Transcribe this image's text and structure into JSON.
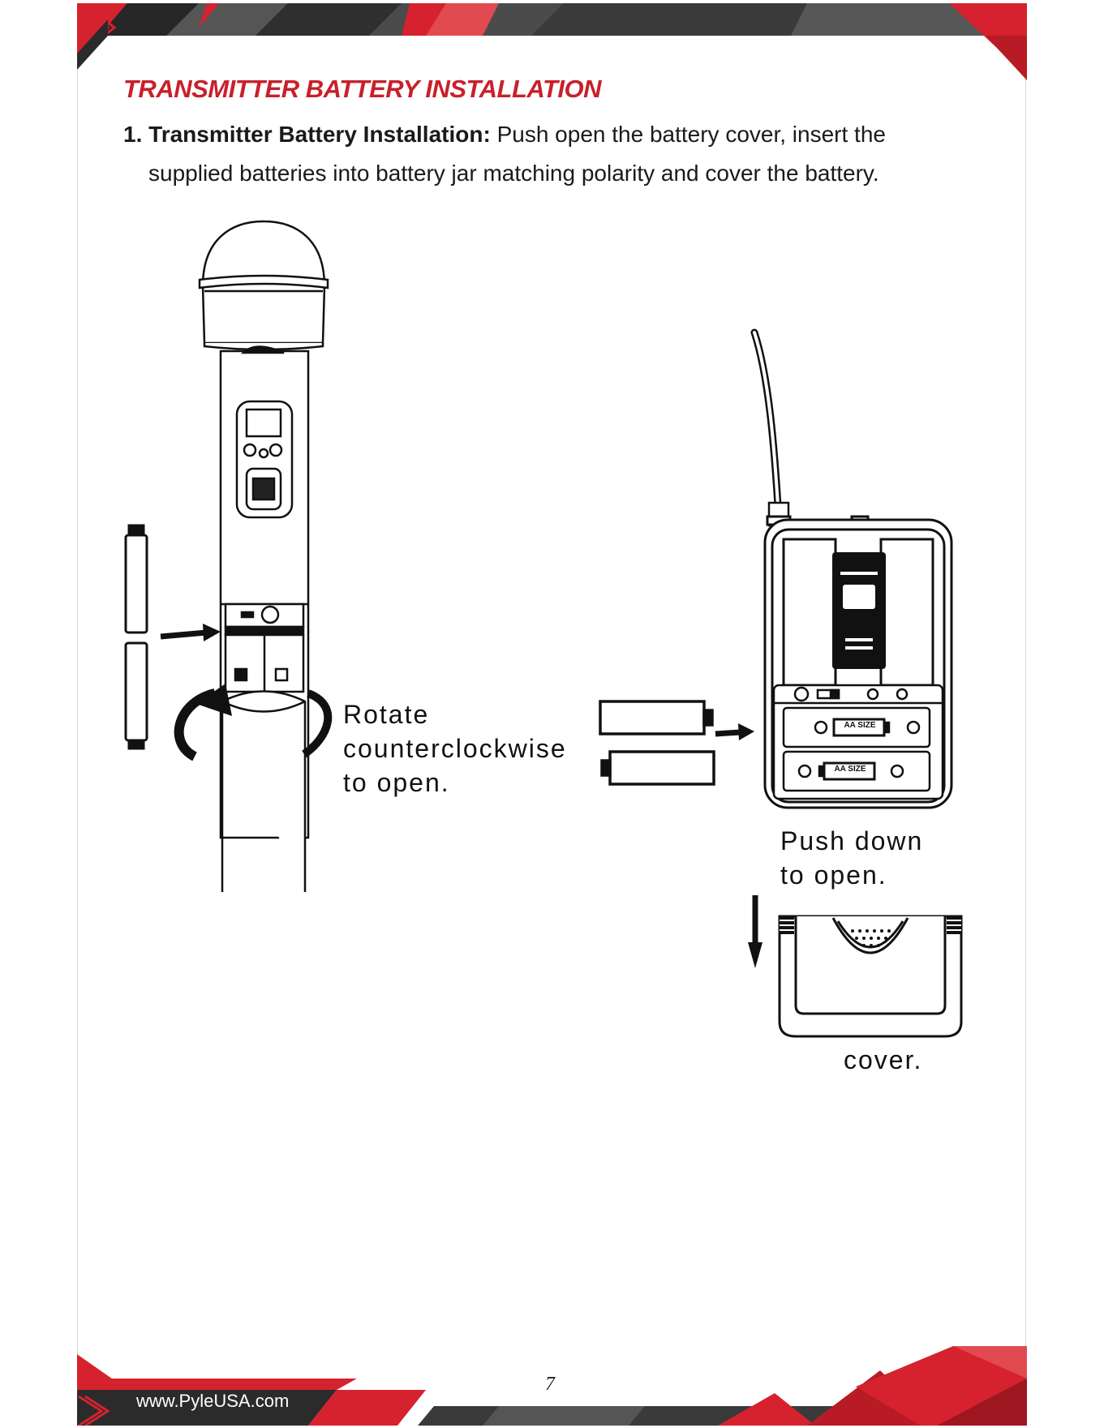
{
  "document": {
    "section_title": "TRANSMITTER BATTERY INSTALLATION",
    "step": {
      "lead": "1. Transmitter Battery Installation:",
      "text_line1": " Push open the battery cover, insert the",
      "text_line2": "supplied batteries into battery jar matching polarity and cover the battery."
    }
  },
  "illustration": {
    "handheld": {
      "caption_line1": "Rotate",
      "caption_line2": "counterclockwise",
      "caption_line3": "to open."
    },
    "bodypack": {
      "caption_line1": "Push down",
      "caption_line2": "to open.",
      "battery_label_1": "AA SIZE",
      "battery_label_2": "AA SIZE",
      "cover_caption": "cover."
    }
  },
  "footer": {
    "url": "www.PyleUSA.com",
    "page_number": "7"
  },
  "colors": {
    "accent_red": "#c8202b",
    "band_dark": "#2b2b2b",
    "band_gray": "#4a4a4a"
  }
}
